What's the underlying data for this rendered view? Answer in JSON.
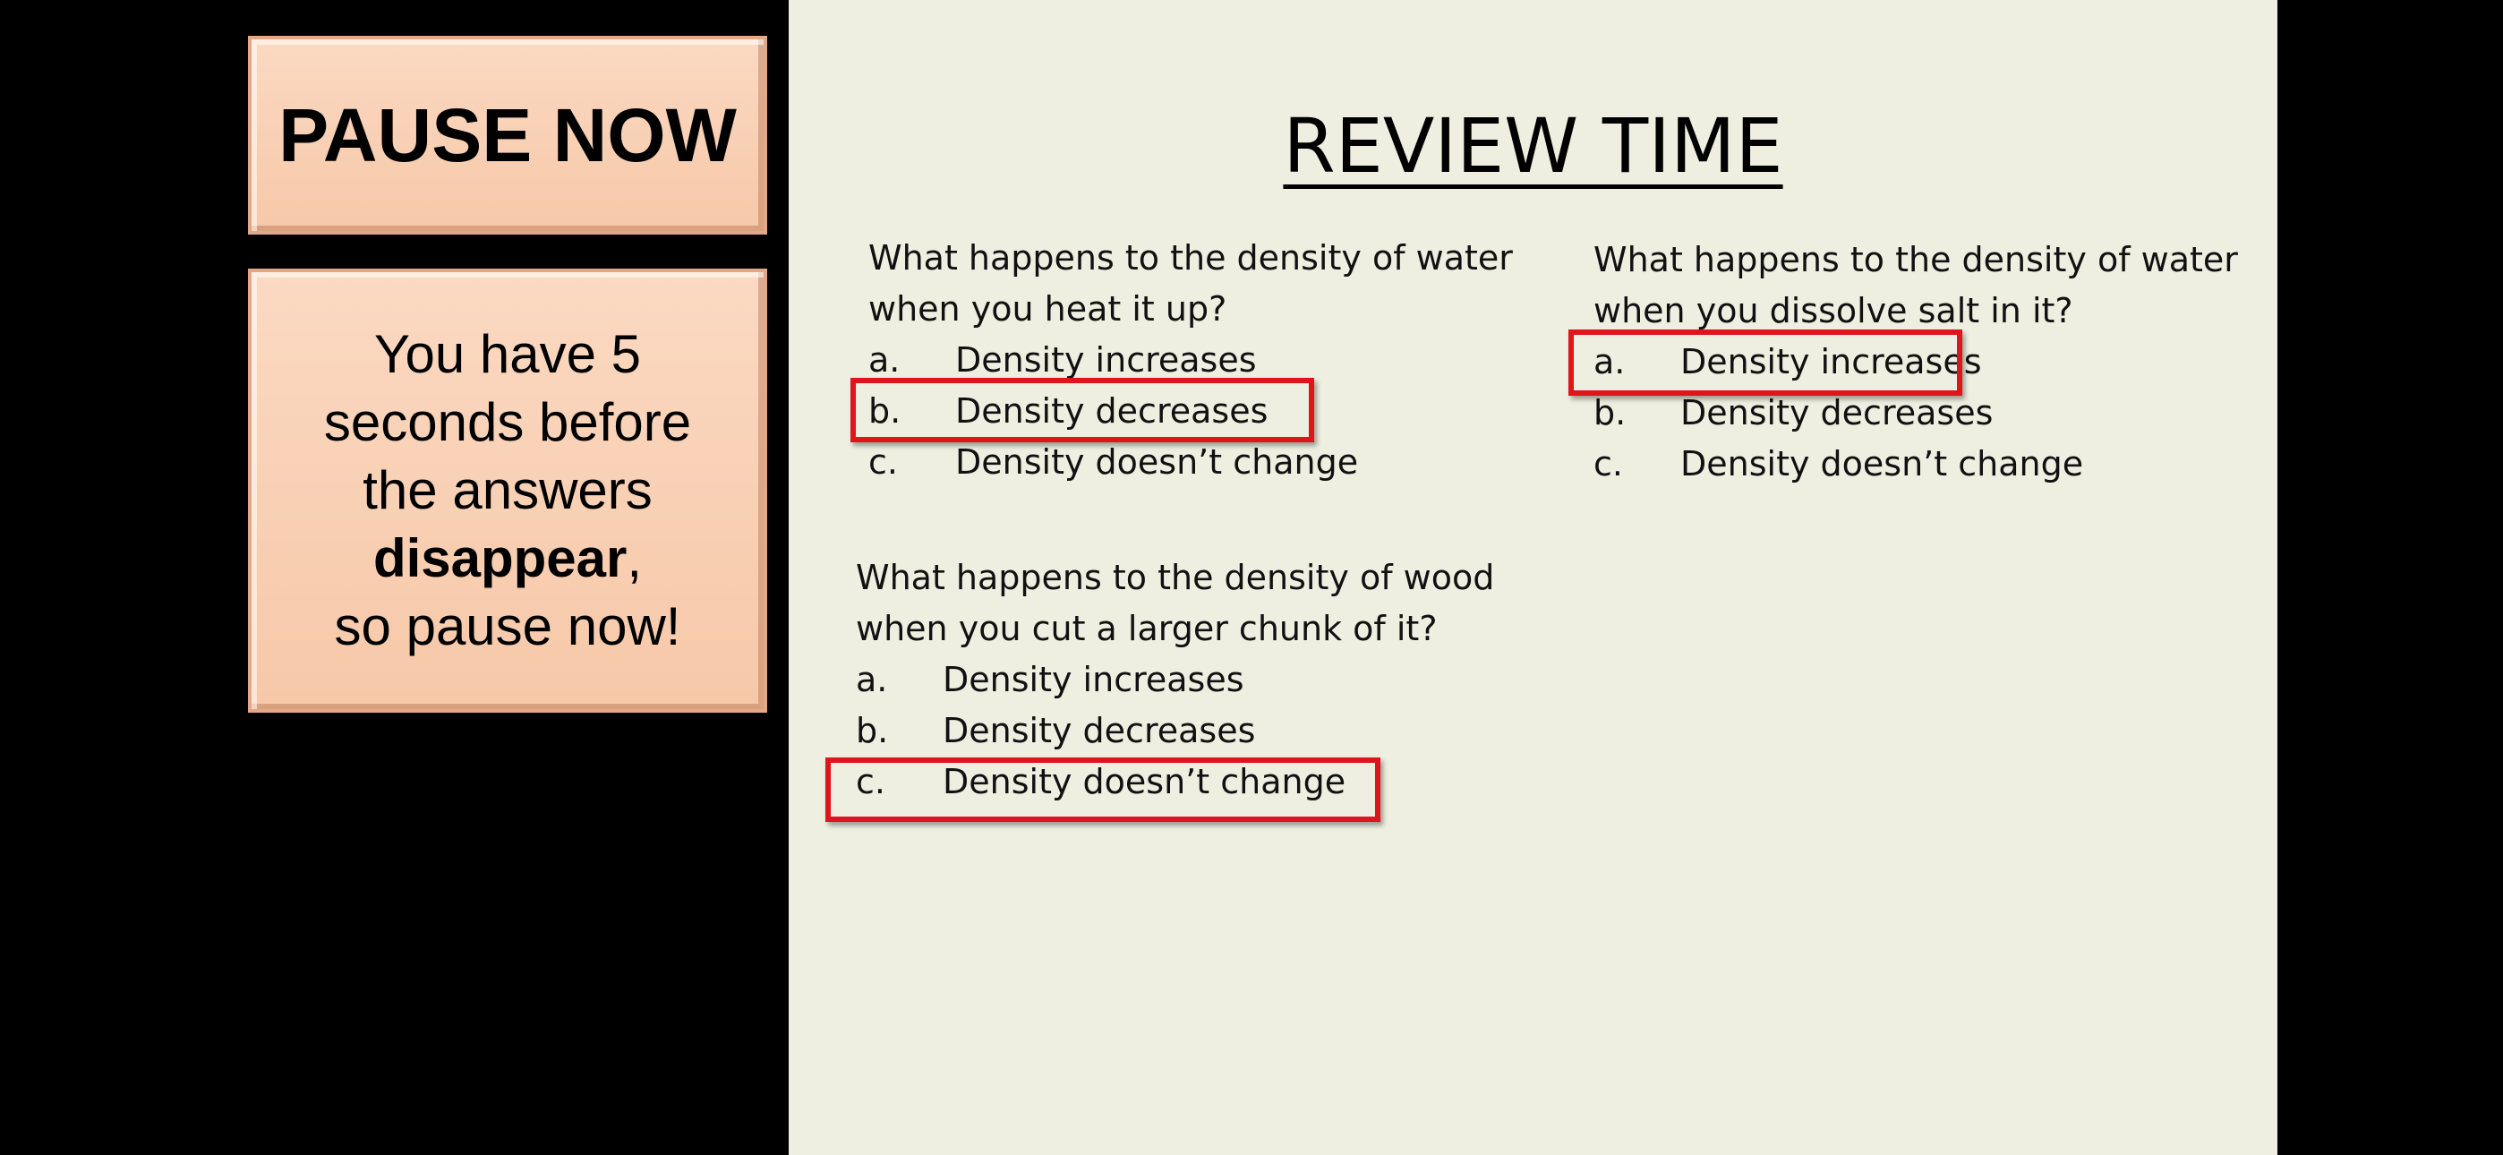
{
  "sidebar": {
    "pause_title": "PAUSE NOW",
    "timer_line1": "You have 5",
    "timer_line2": "seconds before",
    "timer_line3": "the answers",
    "timer_bold": "disappear",
    "timer_comma": ",",
    "timer_line5": "so pause now!"
  },
  "slide": {
    "title": "REVIEW TIME",
    "questions": [
      {
        "text": "What happens to the density of water\nwhen you heat it up?",
        "options": [
          {
            "letter": "a.",
            "label": "Density increases"
          },
          {
            "letter": "b.",
            "label": "Density decreases"
          },
          {
            "letter": "c.",
            "label": "Density doesn’t change"
          }
        ],
        "answer": "b."
      },
      {
        "text": "What happens to the density of water\nwhen you dissolve salt in it?",
        "options": [
          {
            "letter": "a.",
            "label": "Density increases"
          },
          {
            "letter": "b.",
            "label": "Density decreases"
          },
          {
            "letter": "c.",
            "label": "Density doesn’t change"
          }
        ],
        "answer": "a."
      },
      {
        "text": "What happens to the density of wood\nwhen you cut a larger chunk of it?",
        "options": [
          {
            "letter": "a.",
            "label": "Density increases"
          },
          {
            "letter": "b.",
            "label": "Density decreases"
          },
          {
            "letter": "c.",
            "label": "Density doesn’t change"
          }
        ],
        "answer": "c."
      }
    ]
  },
  "colors": {
    "background": "#000000",
    "slide_background": "#eeefe1",
    "box_fill": "#f8cfb3",
    "highlight": "#e0141b"
  }
}
